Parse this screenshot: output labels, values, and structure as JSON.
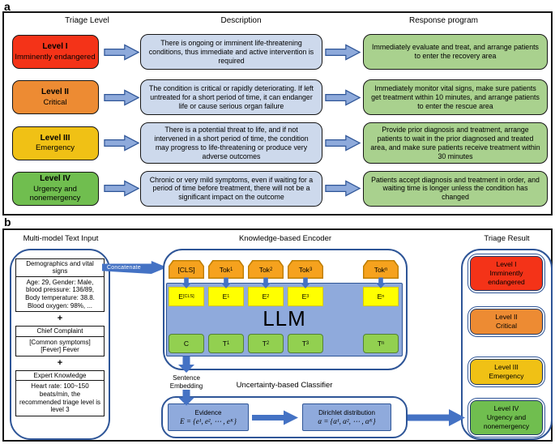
{
  "panel_a": {
    "label": "a",
    "headers": {
      "triage_level": "Triage Level",
      "description": "Description",
      "response_program": "Response program"
    },
    "rows": [
      {
        "level": "Level I",
        "name": "Imminently endangered",
        "color": "#F43318",
        "description": "There is ongoing or imminent life-threatening conditions, thus immediate and active intervention is required",
        "response": "Immediately evaluate and treat, and arrange patients to enter the recovery area"
      },
      {
        "level": "Level II",
        "name": "Critical",
        "color": "#ED8B33",
        "description": "The condition is critical or rapidly deteriorating. If left untreated for a short period of time, it can endanger life or cause serious organ failure",
        "response": "Immediately monitor vital signs, make sure patients get treatment within 10 minutes, and arrange patients to enter the rescue area"
      },
      {
        "level": "Level III",
        "name": "Emergency",
        "color": "#F0C115",
        "description": "There is a potential threat to life, and if not intervened in a short period of time, the condition may progress to life-threatening or produce very adverse outcomes",
        "response": "Provide prior diagnosis and treatment, arrange patients to wait in the prior diagnosed and treated area, and make sure patients receive treatment within 30 minutes"
      },
      {
        "level": "Level IV",
        "name": "Urgency and nonemergency",
        "color": "#70BE4F",
        "description": "Chronic or very mild symptoms, even if waiting for a period of time before treatment, there will not be a significant impact on the outcome",
        "response": "Patients accept diagnosis and treatment in order, and waiting time is longer unless the condition has changed"
      }
    ]
  },
  "panel_b": {
    "label": "b",
    "input": {
      "title": "Multi-model Text Input",
      "plus": "+",
      "boxes": [
        {
          "header": "Demographics and vital signs",
          "content": "Age: 29, Gender: Male, blood pressure: 136/89, Body temperature: 38.8. Blood oxygen: 98%, ..."
        },
        {
          "header": "Chief Complaint",
          "content": "[Common symptoms] [Fever] Fever"
        },
        {
          "header": "Expert Knowledge",
          "content": "Heart rate: 100~150 beats/min,  the recommended triage level is level 3"
        }
      ]
    },
    "concatenate_label": "Concatenate",
    "encoder": {
      "title": "Knowledge-based Encoder",
      "llm_label": "LLM",
      "tokens": [
        {
          "base": "[CLS]",
          "sub": ""
        },
        {
          "base": "Tok",
          "sub": "1"
        },
        {
          "base": "Tok",
          "sub": "2"
        },
        {
          "base": "Tok",
          "sub": "3"
        },
        {
          "base": "Tok",
          "sub": "n"
        }
      ],
      "embeddings": [
        {
          "base": "E",
          "sub": "[CLS]"
        },
        {
          "base": "E",
          "sub": "1"
        },
        {
          "base": "E",
          "sub": "2"
        },
        {
          "base": "E",
          "sub": "3"
        },
        {
          "base": "E",
          "sub": "n"
        }
      ],
      "outputs": [
        {
          "base": "C",
          "sub": ""
        },
        {
          "base": "T",
          "sub": "1"
        },
        {
          "base": "T",
          "sub": "2"
        },
        {
          "base": "T",
          "sub": "3"
        },
        {
          "base": "T",
          "sub": "n"
        }
      ]
    },
    "sentence_embedding_label": "Sentence Embedding",
    "classifier": {
      "title": "Uncertainty-based Classifier",
      "evidence": {
        "title": "Evidence",
        "formula": "E = {e¹, e², ⋯ , eᴷ}"
      },
      "dirichlet": {
        "title": "Dirichlet distribution",
        "formula": "α = {α¹, α², ⋯ , αᴷ}"
      }
    },
    "result": {
      "title": "Triage Result",
      "items": [
        {
          "level": "Level I",
          "name": "Imminently endangered",
          "color": "#F43318"
        },
        {
          "level": "Level II",
          "name": "Critical",
          "color": "#ED8B33"
        },
        {
          "level": "Level III",
          "name": "Emergency",
          "color": "#F0C115"
        },
        {
          "level": "Level IV",
          "name": "Urgency and nonemergency",
          "color": "#70BE4F"
        }
      ]
    }
  },
  "palette": {
    "block_arrow_fill": "#8EAADB",
    "block_arrow_stroke": "#2E5597",
    "solid_arrow": "#4472C4",
    "token_fill": "#F6A21E",
    "embedding_fill": "#FFFF00",
    "llm_fill": "#8FAADC",
    "output_fill": "#92D050",
    "classifier_box_fill": "#8FAADC",
    "description_fill": "#CDD9EC",
    "response_fill": "#A9D18E",
    "container_border": "#2E5597"
  }
}
